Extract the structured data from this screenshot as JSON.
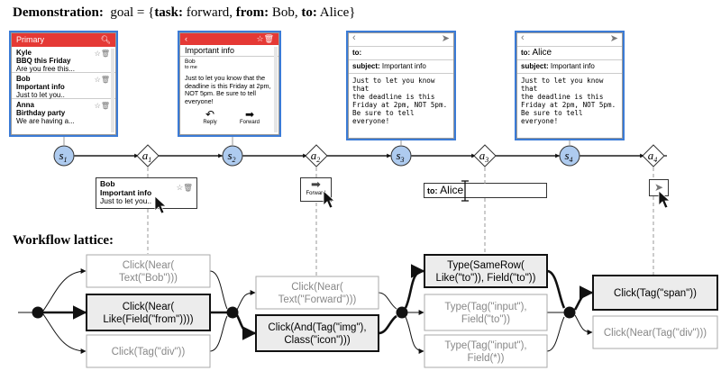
{
  "demo": {
    "label": "Demonstration:",
    "goal_prefix": "goal = {",
    "task_key": "task:",
    "task_val": " forward,",
    "from_key": "from:",
    "from_val": " Bob,",
    "to_key": "to:",
    "to_val": " Alice}"
  },
  "screen1": {
    "header": "Primary",
    "items": [
      {
        "name": "Kyle",
        "subject": "BBQ this Friday",
        "preview": "Are you free this..."
      },
      {
        "name": "Bob",
        "subject": "Important info",
        "preview": "Just to let you.."
      },
      {
        "name": "Anna",
        "subject": "Birthday party",
        "preview": "We are having a..."
      }
    ]
  },
  "screen2": {
    "subject": "Important info",
    "from": "Bob",
    "to": "to me",
    "body": "Just to let you know that the deadline is this Friday at 2pm, NOT 5pm. Be sure to tell everyone!",
    "reply": "Reply",
    "forward": "Forward"
  },
  "screen3": {
    "to_label": "to:",
    "subject_label": "subject:",
    "subject_val": " Important info",
    "body": "Just to let you know that\nthe deadline is this\nFriday at 2pm, NOT 5pm.\nBe sure to tell everyone!"
  },
  "screen4": {
    "to_label": "to:",
    "to_val": " Alice",
    "subject_label": "subject:",
    "subject_val": " Important info",
    "body": "Just to let you know that\nthe deadline is this\nFriday at 2pm, NOT 5pm.\nBe sure to tell everyone!"
  },
  "states": [
    {
      "letter": "s",
      "sub": "1"
    },
    {
      "letter": "s",
      "sub": "2"
    },
    {
      "letter": "s",
      "sub": "3"
    },
    {
      "letter": "s",
      "sub": "4"
    }
  ],
  "actions": [
    {
      "letter": "a",
      "sub": "1"
    },
    {
      "letter": "a",
      "sub": "2"
    },
    {
      "letter": "a",
      "sub": "3"
    },
    {
      "letter": "a",
      "sub": "4"
    }
  ],
  "crop1": {
    "name": "Bob",
    "subject": "Important info",
    "preview": "Just to let you.."
  },
  "crop2": {
    "label": "Forward"
  },
  "crop3": {
    "to_label": "to:",
    "to_val": " Alice"
  },
  "lattice_title": "Workflow lattice:",
  "lattice": {
    "col1": [
      {
        "lines": [
          "Click(Near(",
          "Text(\"Bob\")))"
        ],
        "bold": false
      },
      {
        "lines": [
          "Click(Near(",
          "Like(Field(\"from\"))))"
        ],
        "bold": true
      },
      {
        "lines": [
          "Click(Tag(\"div\"))"
        ],
        "bold": false
      }
    ],
    "col2": [
      {
        "lines": [
          "Click(Near(",
          "Text(\"Forward\")))"
        ],
        "bold": false
      },
      {
        "lines": [
          "Click(And(Tag(\"img\"),",
          "Class(\"icon\")))"
        ],
        "bold": true
      }
    ],
    "col3": [
      {
        "lines": [
          "Type(SameRow(",
          "Like(\"to\")), Field(\"to\"))"
        ],
        "bold": true
      },
      {
        "lines": [
          "Type(Tag(\"input\"),",
          "Field(\"to\"))"
        ],
        "bold": false
      },
      {
        "lines": [
          "Type(Tag(\"input\"),",
          "Field(*))"
        ],
        "bold": false
      }
    ],
    "col4": [
      {
        "lines": [
          "Click(Tag(\"span\"))"
        ],
        "bold": true
      },
      {
        "lines": [
          "Click(Near(Tag(\"div\")))"
        ],
        "bold": false
      }
    ]
  }
}
